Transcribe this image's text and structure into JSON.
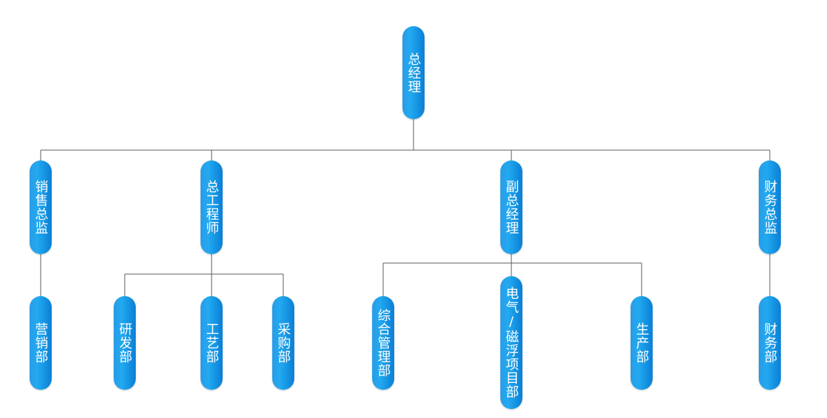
{
  "org_chart": {
    "root": {
      "label": "总经理"
    },
    "level2": [
      {
        "label": "销售总监"
      },
      {
        "label": "总工程师"
      },
      {
        "label": "副总经理"
      },
      {
        "label": "财务总监"
      }
    ],
    "level3": {
      "sales": [
        {
          "label": "营销部"
        }
      ],
      "chief_engineer": [
        {
          "label": "研发部"
        },
        {
          "label": "工艺部"
        },
        {
          "label": "采购部"
        }
      ],
      "deputy_gm": [
        {
          "label": "综合管理部"
        },
        {
          "label": "电气/磁浮项目部"
        },
        {
          "label": "生产部"
        }
      ],
      "finance": [
        {
          "label": "财务部"
        }
      ]
    }
  },
  "colors": {
    "node_gradient": [
      "#2a9be6",
      "#22aaf0",
      "#0a7fd6"
    ],
    "node_text": "#ffffff",
    "connector": "#555555"
  }
}
